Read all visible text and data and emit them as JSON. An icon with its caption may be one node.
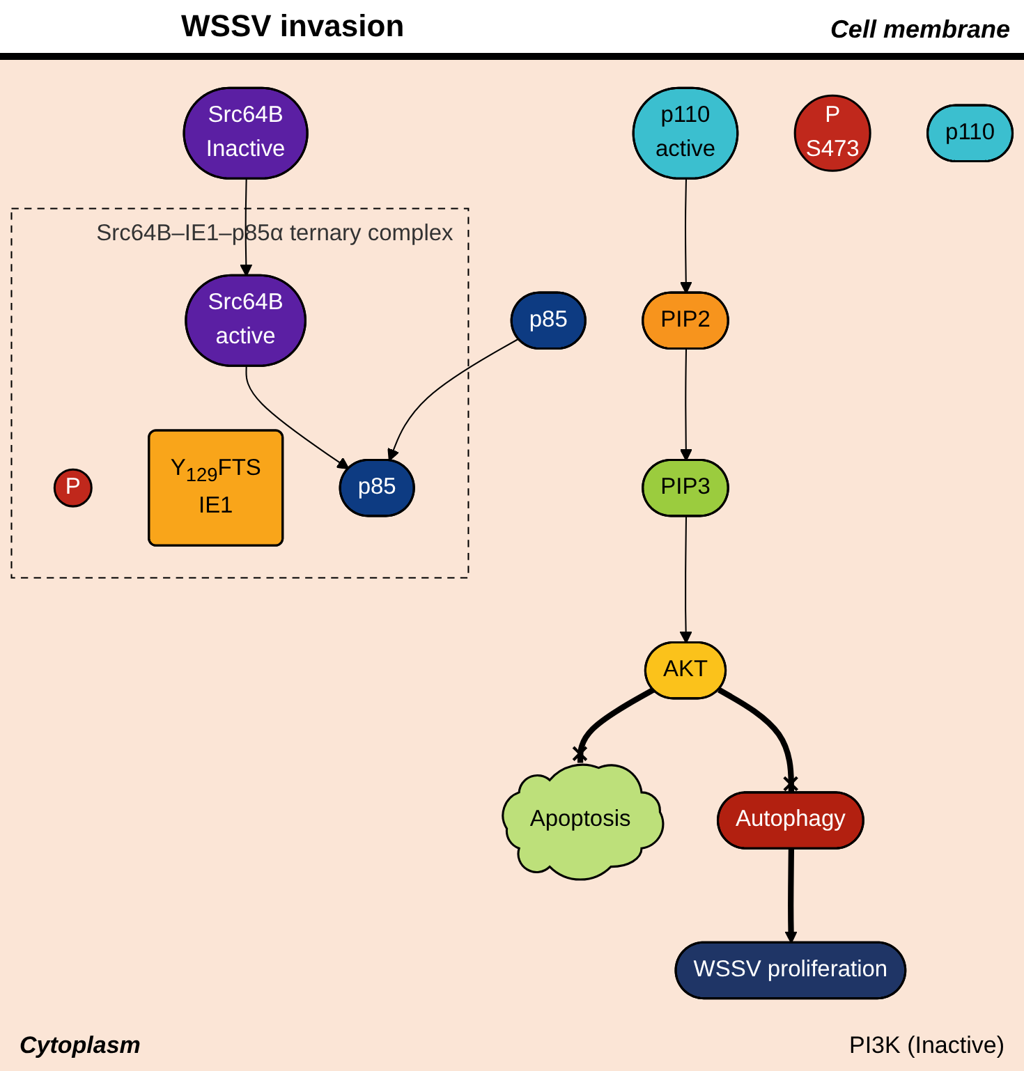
{
  "diagram": {
    "nodes": [
      {
        "text": [
          "Src64B",
          "Inactive"
        ]
      },
      {
        "text": [
          "Src64B–IE1–p85α ternary complex"
        ]
      },
      {
        "text": [
          "Src64B",
          "active"
        ],
        "in": 1
      },
      {
        "text": [
          "P"
        ],
        "in": 1
      },
      {
        "text": [
          "Y$_{129}$FTS",
          "IE1"
        ],
        "in": 1
      },
      {
        "text": [
          "p85"
        ],
        "in": 1
      },
      {
        "text": [
          "p110",
          "active"
        ]
      },
      {
        "text": [
          "PIP2"
        ]
      },
      {
        "text": [
          "PIP3"
        ]
      },
      {
        "text": [
          "P",
          "S473"
        ]
      },
      {
        "text": [
          "AKT"
        ]
      },
      {
        "text": [
          "Apoptosis"
        ]
      },
      {
        "text": [
          "Autophagy"
        ]
      },
      {
        "text": [
          "p85"
        ]
      },
      {
        "text": [
          "p110"
        ]
      },
      {
        "text": [
          "WSSV proliferation"
        ]
      }
    ],
    "edges": [
      {
        "from": 0,
        "to": 2,
        "arrow": "to"
      },
      {
        "from": 2,
        "to": 5,
        "arrow": "to"
      },
      {
        "from": 13,
        "to": 5,
        "arrow": "to"
      },
      {
        "from": 6,
        "to": 7,
        "arrow": "to"
      },
      {
        "from": 7,
        "to": 8,
        "arrow": "to"
      },
      {
        "from": 8,
        "to": 10,
        "arrow": "to"
      },
      {
        "from": 10,
        "to": 11,
        "arrow": "other",
        "style": "thick"
      },
      {
        "from": 10,
        "to": 12,
        "arrow": "other",
        "style": "thick"
      },
      {
        "from": 12,
        "to": 15,
        "arrow": "to",
        "style": "thick"
      }
    ],
    "labels": [
      "WSSV invasion",
      "Cell membrane",
      "PI3K (Inactive)",
      "Cytoplasm"
    ]
  }
}
